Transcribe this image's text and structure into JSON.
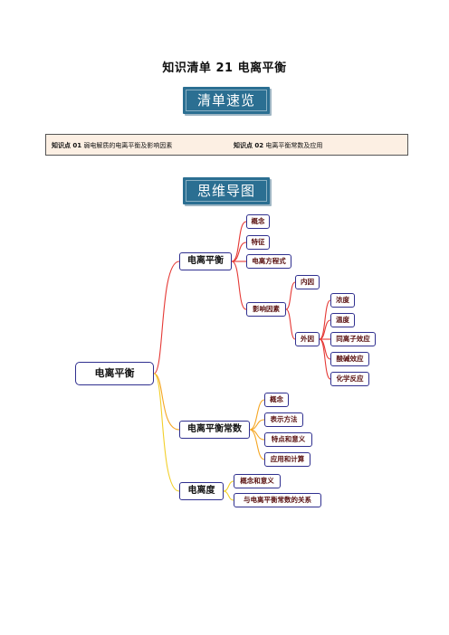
{
  "title": "知识清单 21    电离平衡",
  "banner_summary": "清单速览",
  "banner_mindmap": "思维导图",
  "summary": {
    "kp1_label": "知识点 01",
    "kp1_text": "弱电解质的电离平衡及影响因素",
    "kp2_label": "知识点 02",
    "kp2_text": "电离平衡常数及应用"
  },
  "mindmap": {
    "root": "电离平衡",
    "branch1": {
      "label": "电离平衡",
      "children": [
        "概念",
        "特征",
        "电离方程式",
        "影响因素"
      ],
      "influence": {
        "inner": "内因",
        "outer": "外因",
        "outer_children": [
          "浓度",
          "温度",
          "同离子效应",
          "酸碱效应",
          "化学反应"
        ]
      }
    },
    "branch2": {
      "label": "电离平衡常数",
      "children": [
        "概念",
        "表示方法",
        "特点和意义",
        "应用和计算"
      ]
    },
    "branch3": {
      "label": "电离度",
      "children": [
        "概念和意义",
        "与电离平衡常数的关系"
      ]
    },
    "colors": {
      "red_line": "#e53935",
      "orange_line": "#f5a623",
      "yellow_line": "#f2cf2a",
      "node_border": "#2f2f8f",
      "banner": "#2b6f92",
      "summary_bg": "#fcefe3"
    }
  }
}
